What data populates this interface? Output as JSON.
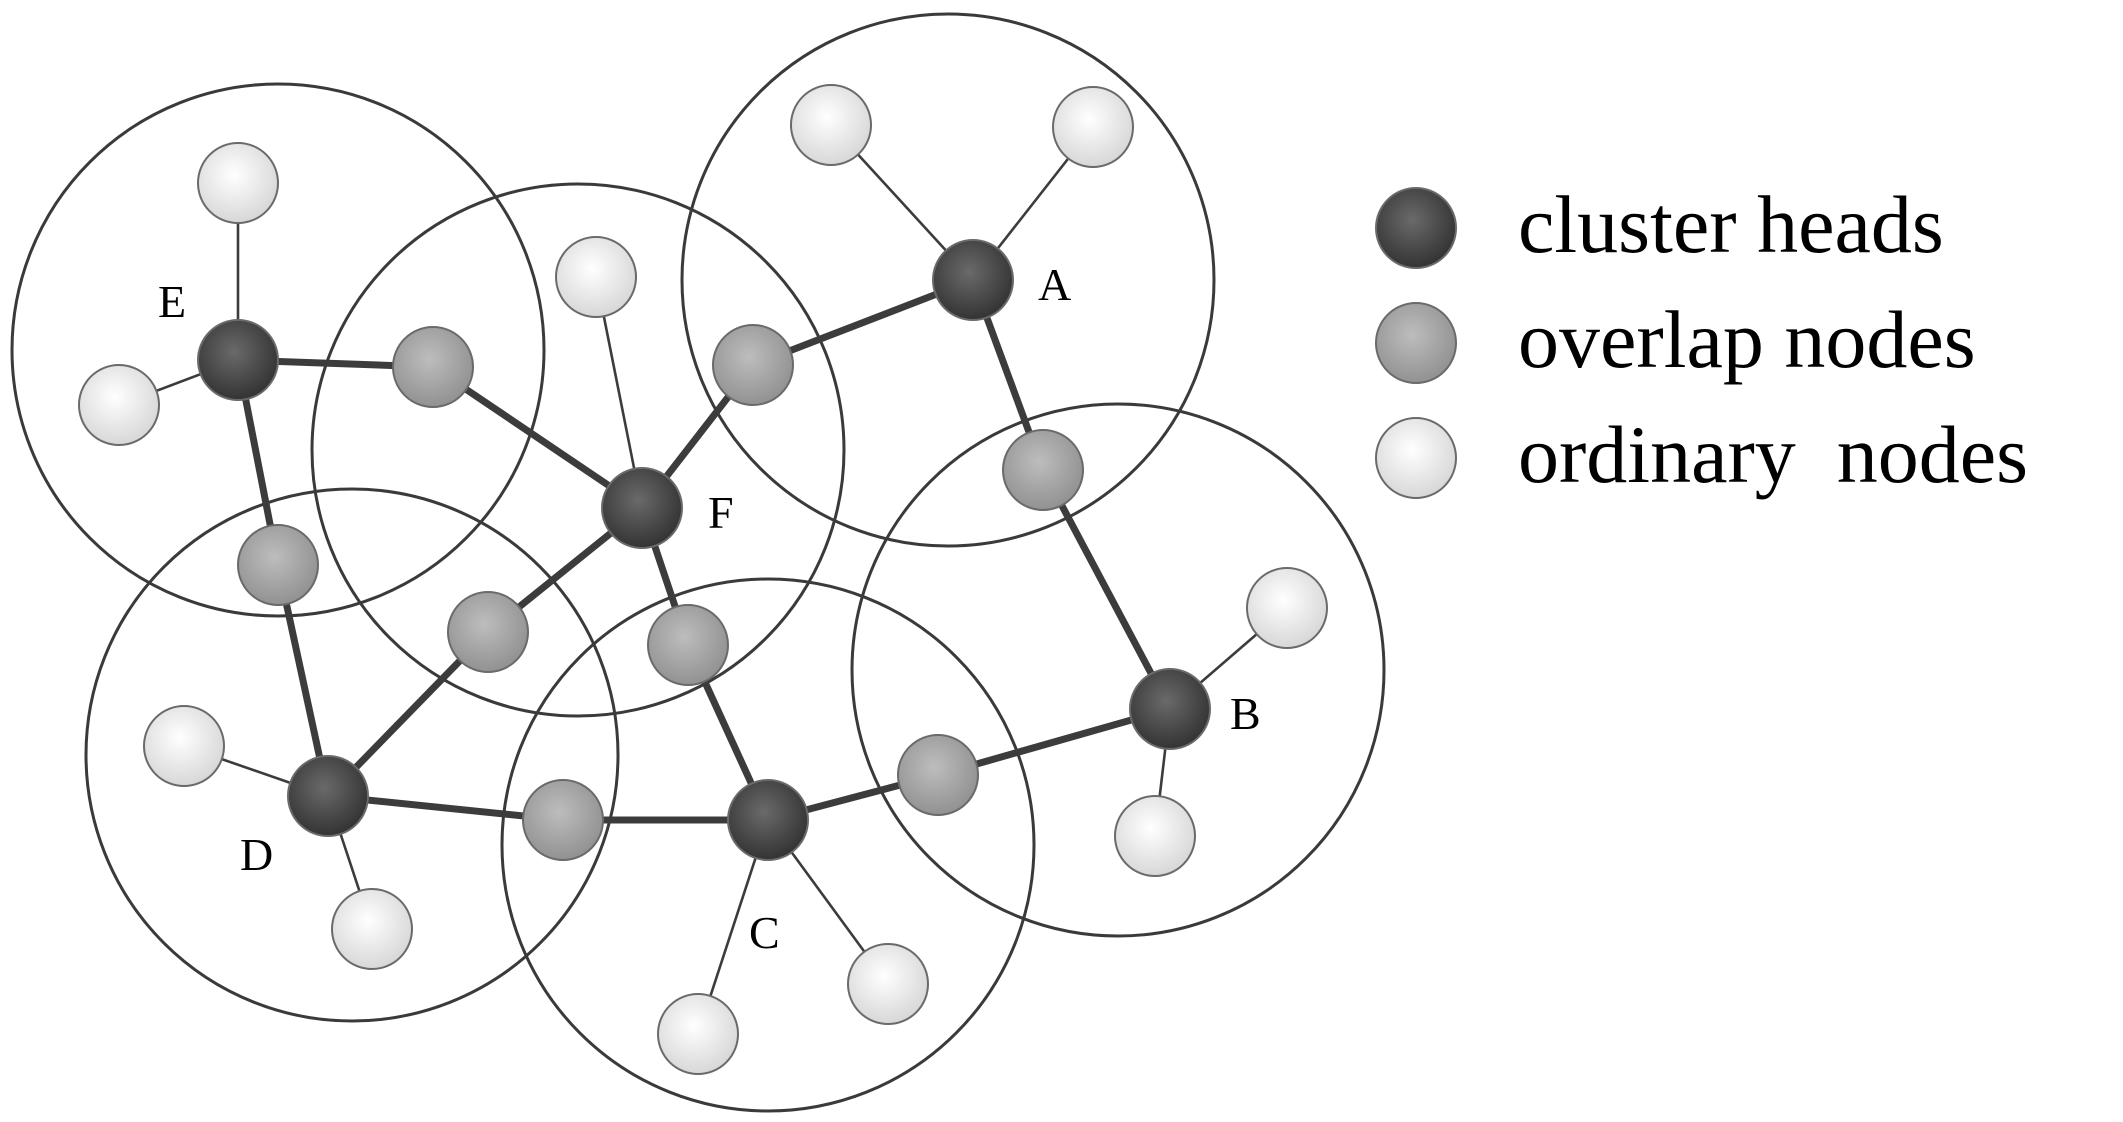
{
  "colors": {
    "head_top": "#6a6a6a",
    "head_bottom": "#2f2f2f",
    "overlap_top": "#bdbdbd",
    "overlap_bottom": "#8e8e8e",
    "ordinary_top": "#ffffff",
    "ordinary_bottom": "#d4d4d4",
    "line": "#3c3c3c",
    "circle": "#3a3a3a"
  },
  "legend": {
    "head": {
      "label": "cluster heads",
      "icon": "dark-dot"
    },
    "overlap": {
      "label": "overlap nodes",
      "icon": "gray-dot"
    },
    "ordinary": {
      "label": "ordinary  nodes",
      "icon": "light-dot"
    }
  },
  "cluster_heads": [
    "A",
    "B",
    "C",
    "D",
    "E",
    "F"
  ]
}
